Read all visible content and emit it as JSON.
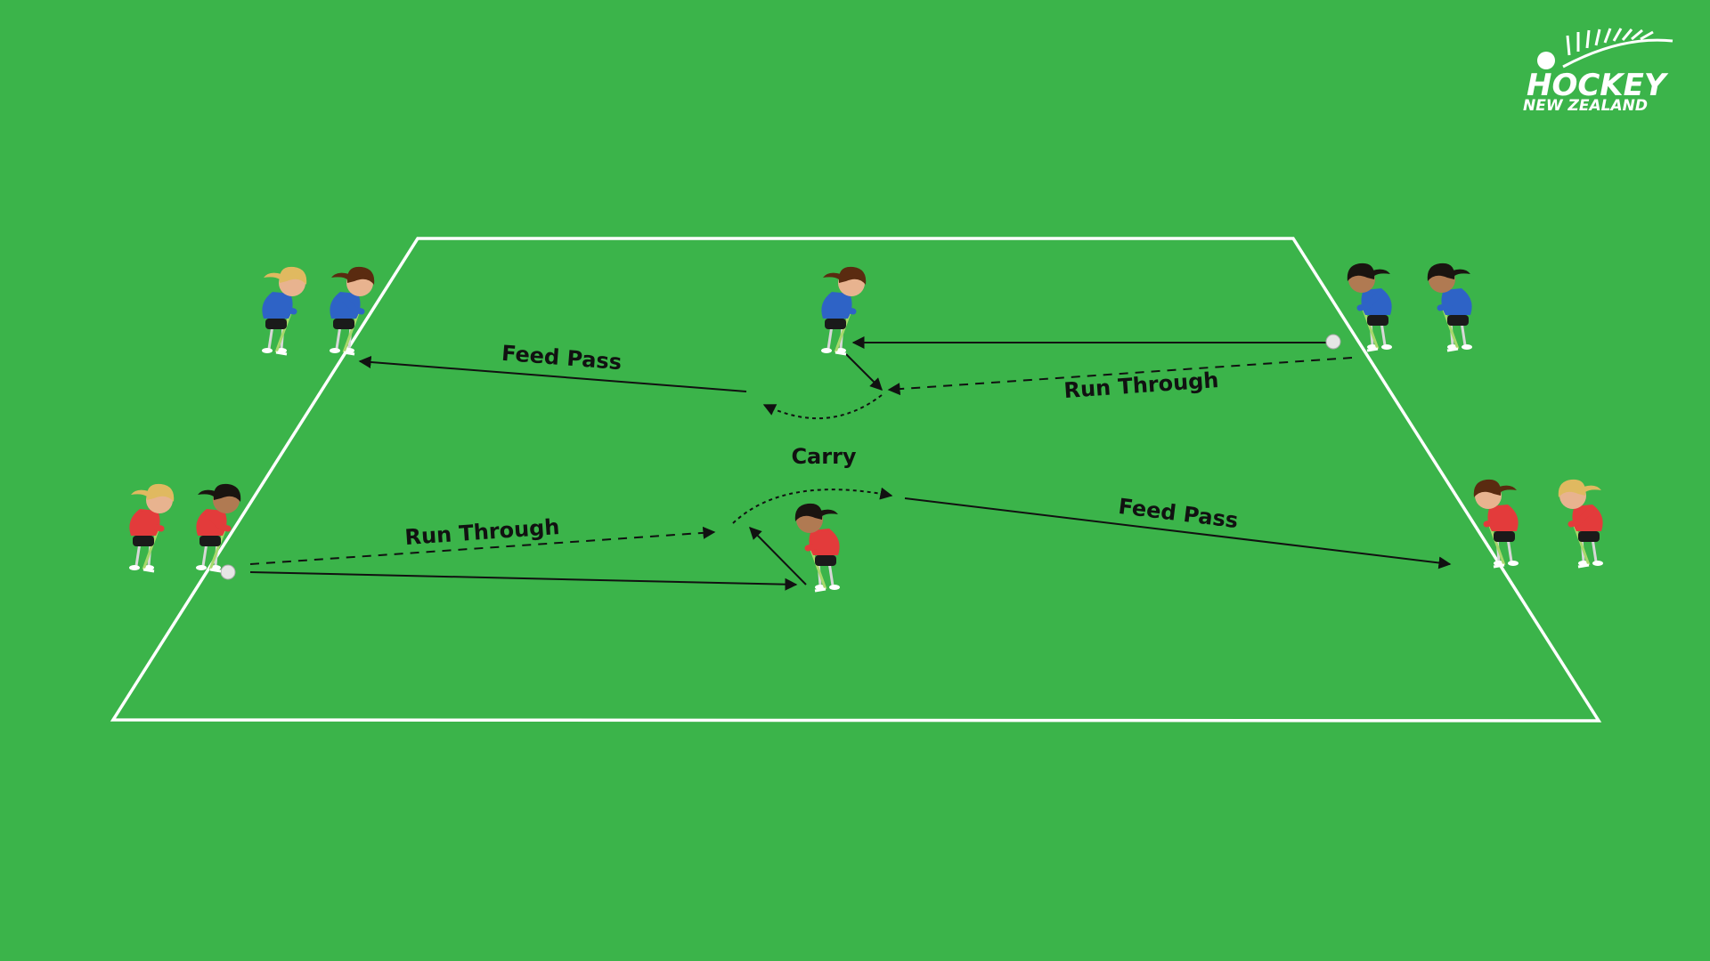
{
  "logo": {
    "line1": "HOCKEY",
    "line2": "NEW ZEALAND"
  },
  "labels": {
    "feed_pass_top": "Feed Pass",
    "run_through_top": "Run Through",
    "carry": "Carry",
    "run_through_bottom": "Run Through",
    "feed_pass_bottom": "Feed Pass"
  },
  "colors": {
    "field": "#3bb44a",
    "lines": "#ffffff",
    "arrows": "#111111",
    "team_blue": "#2e63c6",
    "team_red": "#e33b3b",
    "hair_blonde": "#e0b960",
    "hair_brown": "#5a2b10",
    "hair_black": "#1a1410",
    "skin": "#e8b38f",
    "skin_dark": "#b07a52"
  },
  "players": [
    {
      "id": "top-left-1",
      "team": "blue",
      "hair": "blonde"
    },
    {
      "id": "top-left-2",
      "team": "blue",
      "hair": "brown"
    },
    {
      "id": "top-center",
      "team": "blue",
      "hair": "brown"
    },
    {
      "id": "top-right-1",
      "team": "blue",
      "hair": "black"
    },
    {
      "id": "top-right-2",
      "team": "blue",
      "hair": "black"
    },
    {
      "id": "bottom-left-1",
      "team": "red",
      "hair": "blonde"
    },
    {
      "id": "bottom-left-2",
      "team": "red",
      "hair": "black"
    },
    {
      "id": "bottom-center",
      "team": "red",
      "hair": "black"
    },
    {
      "id": "bottom-right-1",
      "team": "red",
      "hair": "brown"
    },
    {
      "id": "bottom-right-2",
      "team": "red",
      "hair": "blonde"
    }
  ]
}
